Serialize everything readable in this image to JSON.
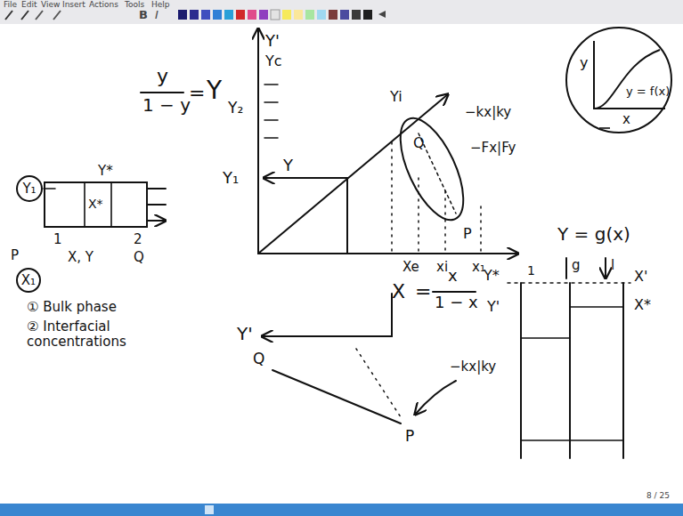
{
  "diagram": {
    "nodes": [
      {
        "text": [
          "Y₁"
        ]
      },
      {
        "text": [
          "X₁"
        ]
      },
      {
        "text": [
          "y",
          "x",
          "y = f(x)"
        ]
      }
    ],
    "labels": [
      "File",
      "Edit",
      "View",
      "Insert",
      "Actions",
      "Tools",
      "Help",
      "B",
      "I",
      "y",
      "1 − y",
      "=",
      "Y",
      "Y₂",
      "Y'",
      "Yc",
      "Y",
      "Y₁",
      "Yi",
      "−kx|ky",
      "−Fx|Fy",
      "Q",
      "P",
      "Xe",
      "xi",
      "x₁",
      "X",
      "=",
      "x",
      "1 − x",
      "Y = g(x)",
      "Y*",
      "X*",
      "1",
      "2",
      "X, Y",
      "Q",
      "P",
      "① Bulk phase",
      "② Interfacial concentrations",
      "Y'",
      "Q",
      "P",
      "−kx|ky",
      "Y*",
      "1",
      "g",
      "l",
      "X'",
      "X*",
      "Y'",
      "8 / 25"
    ]
  }
}
